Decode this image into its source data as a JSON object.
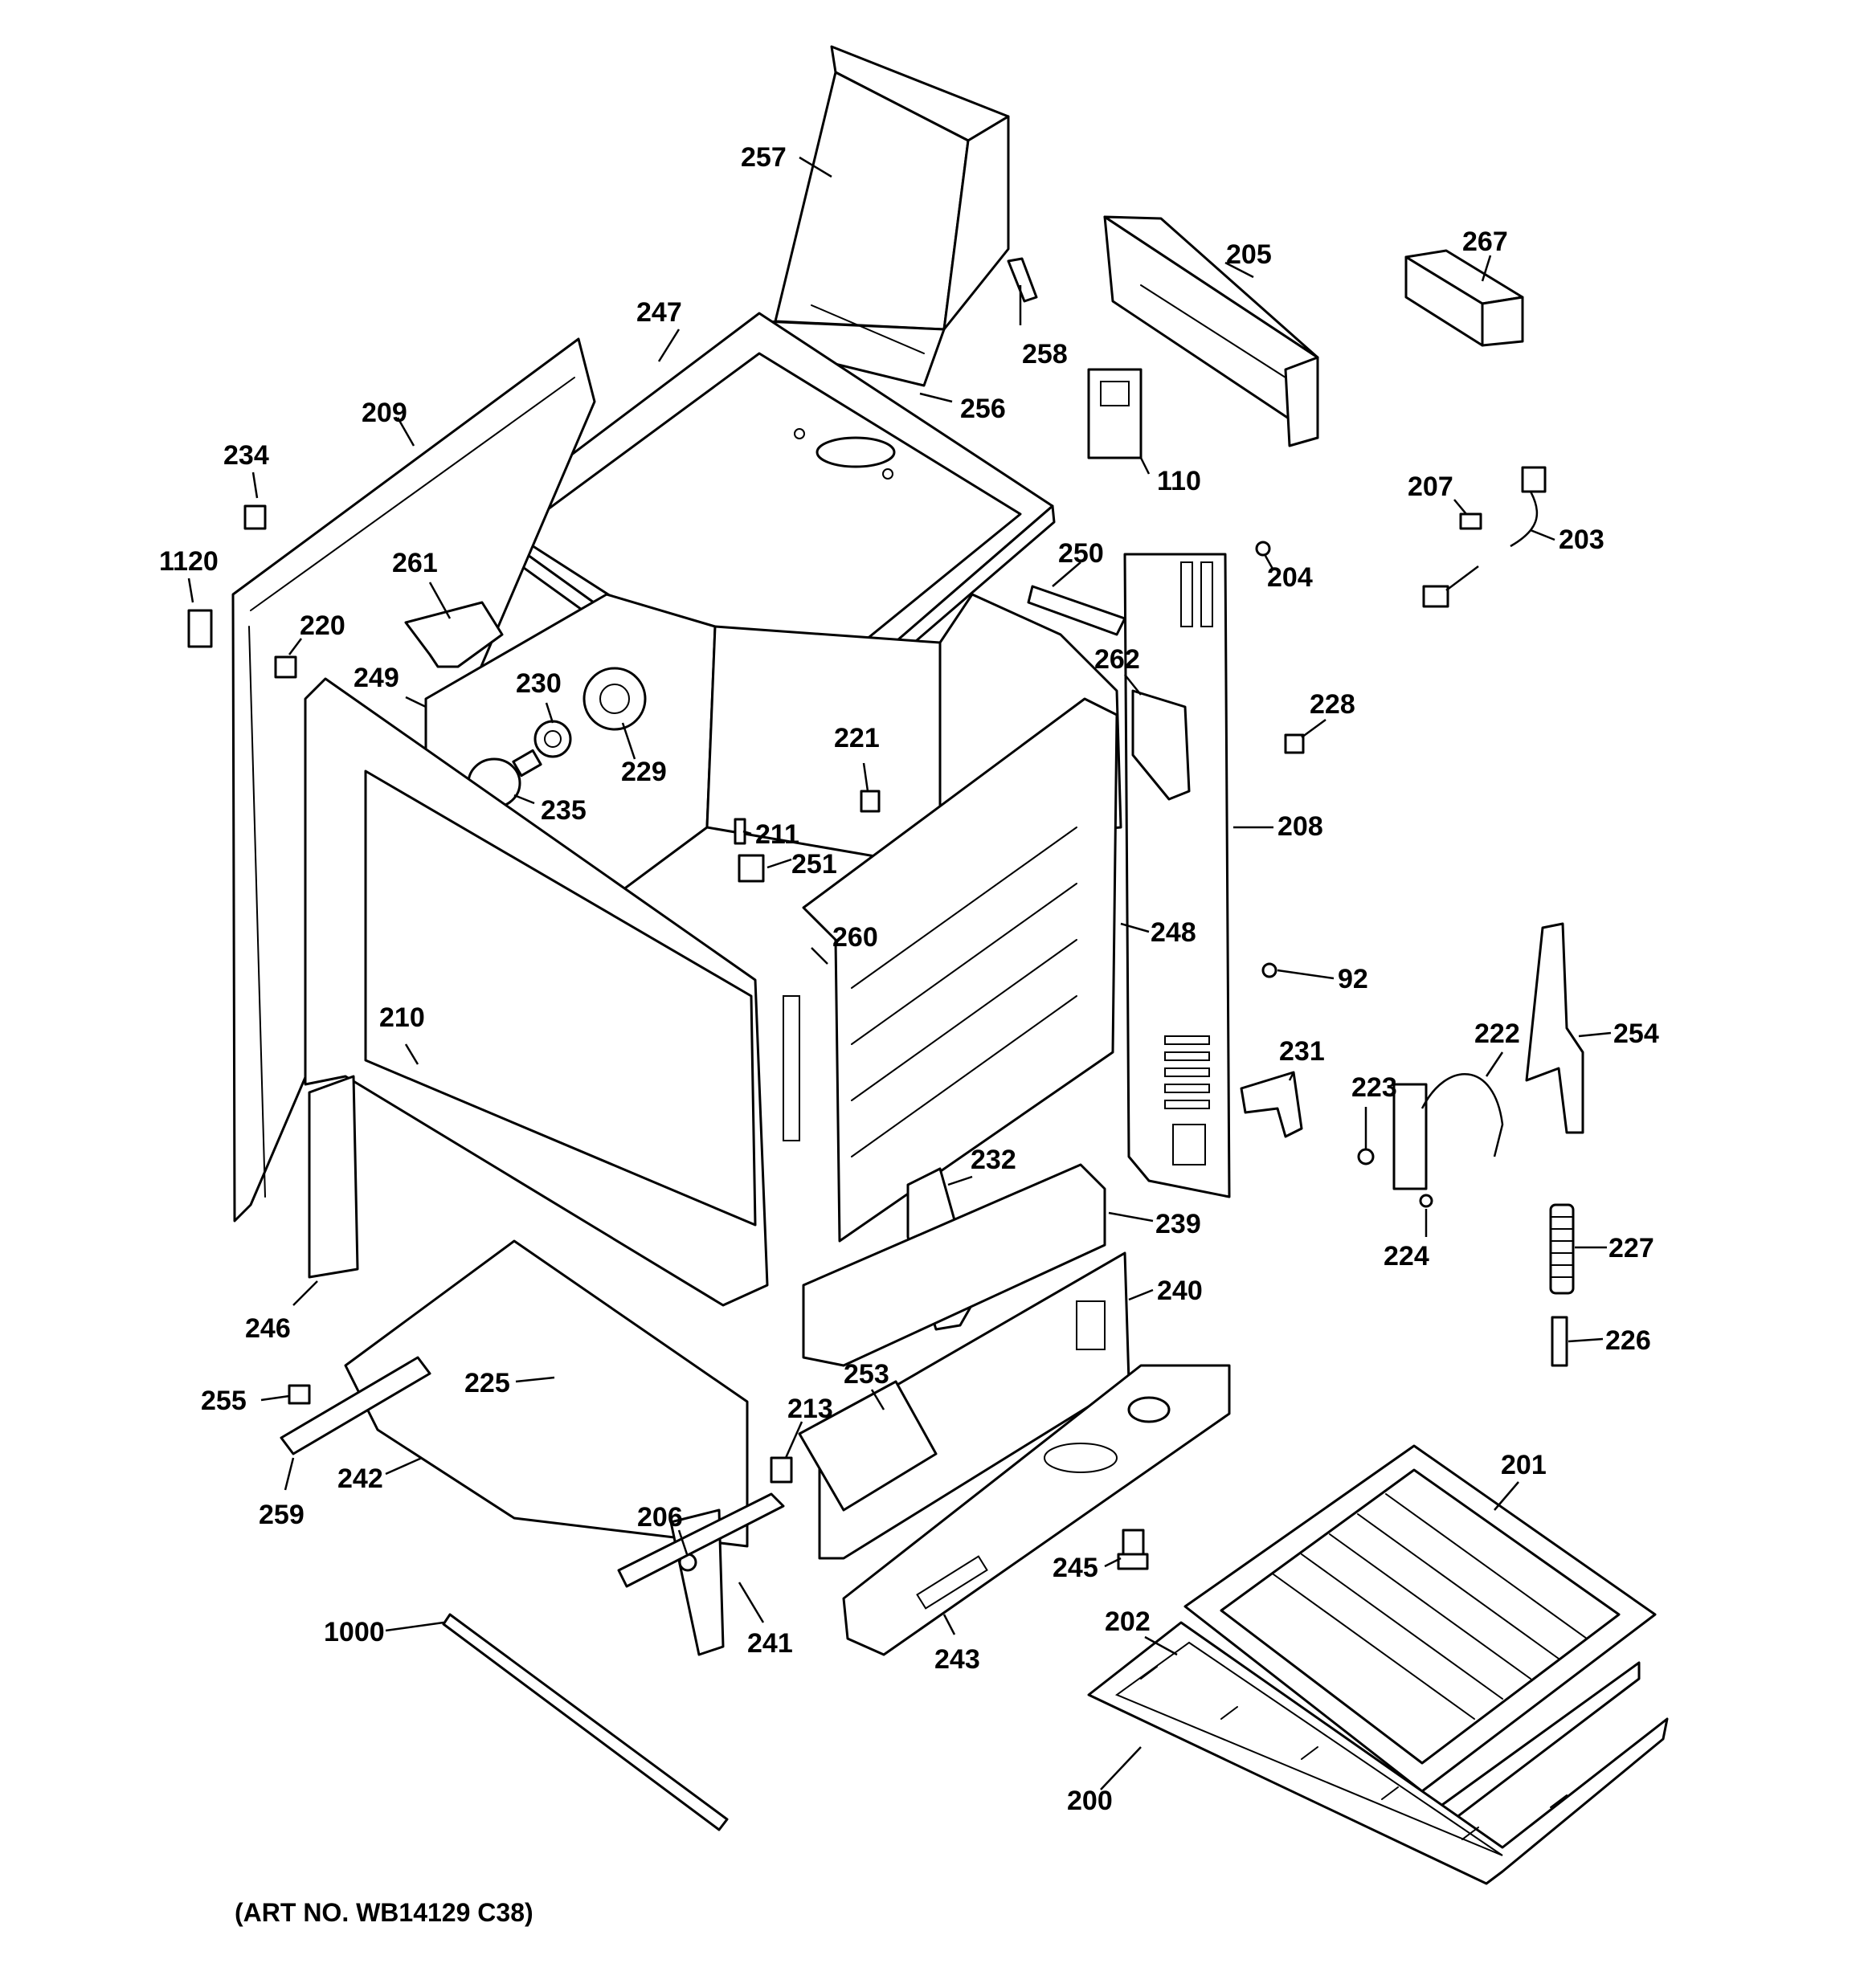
{
  "diagram": {
    "art_number": "(ART NO. WB14129 C38)",
    "callouts": [
      {
        "id": "257",
        "label": "257"
      },
      {
        "id": "247",
        "label": "247"
      },
      {
        "id": "258",
        "label": "258"
      },
      {
        "id": "256",
        "label": "256"
      },
      {
        "id": "205",
        "label": "205"
      },
      {
        "id": "267",
        "label": "267"
      },
      {
        "id": "110",
        "label": "110"
      },
      {
        "id": "209",
        "label": "209"
      },
      {
        "id": "234",
        "label": "234"
      },
      {
        "id": "1120",
        "label": "1120"
      },
      {
        "id": "261",
        "label": "261"
      },
      {
        "id": "220",
        "label": "220"
      },
      {
        "id": "249",
        "label": "249"
      },
      {
        "id": "230",
        "label": "230"
      },
      {
        "id": "229",
        "label": "229"
      },
      {
        "id": "235",
        "label": "235"
      },
      {
        "id": "250",
        "label": "250"
      },
      {
        "id": "207",
        "label": "207"
      },
      {
        "id": "203",
        "label": "203"
      },
      {
        "id": "204",
        "label": "204"
      },
      {
        "id": "262",
        "label": "262"
      },
      {
        "id": "228",
        "label": "228"
      },
      {
        "id": "221",
        "label": "221"
      },
      {
        "id": "211",
        "label": "211"
      },
      {
        "id": "251",
        "label": "251"
      },
      {
        "id": "208",
        "label": "208"
      },
      {
        "id": "260",
        "label": "260"
      },
      {
        "id": "248",
        "label": "248"
      },
      {
        "id": "92",
        "label": "92"
      },
      {
        "id": "210",
        "label": "210"
      },
      {
        "id": "254",
        "label": "254"
      },
      {
        "id": "222",
        "label": "222"
      },
      {
        "id": "231",
        "label": "231"
      },
      {
        "id": "223",
        "label": "223"
      },
      {
        "id": "232",
        "label": "232"
      },
      {
        "id": "239",
        "label": "239"
      },
      {
        "id": "224",
        "label": "224"
      },
      {
        "id": "227",
        "label": "227"
      },
      {
        "id": "246",
        "label": "246"
      },
      {
        "id": "240",
        "label": "240"
      },
      {
        "id": "226",
        "label": "226"
      },
      {
        "id": "225",
        "label": "225"
      },
      {
        "id": "255",
        "label": "255"
      },
      {
        "id": "253",
        "label": "253"
      },
      {
        "id": "213",
        "label": "213"
      },
      {
        "id": "242",
        "label": "242"
      },
      {
        "id": "259",
        "label": "259"
      },
      {
        "id": "201",
        "label": "201"
      },
      {
        "id": "206",
        "label": "206"
      },
      {
        "id": "245",
        "label": "245"
      },
      {
        "id": "1000",
        "label": "1000"
      },
      {
        "id": "241",
        "label": "241"
      },
      {
        "id": "243",
        "label": "243"
      },
      {
        "id": "202",
        "label": "202"
      },
      {
        "id": "200",
        "label": "200"
      }
    ]
  }
}
